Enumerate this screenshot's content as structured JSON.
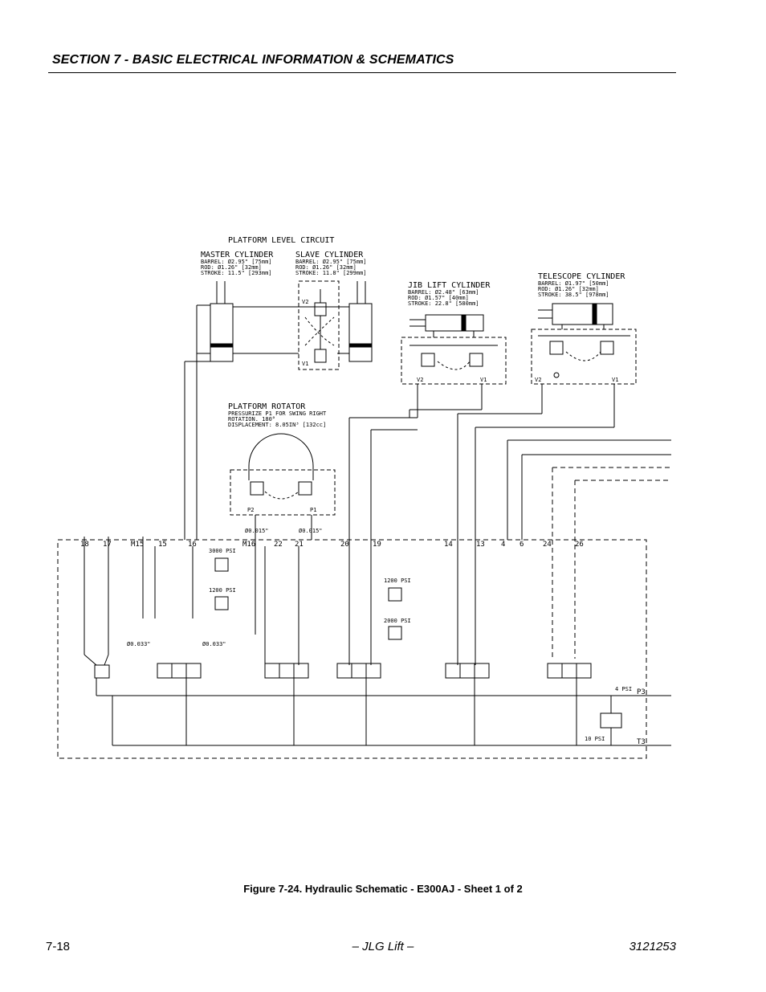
{
  "header": {
    "section_title": "SECTION 7 - BASIC ELECTRICAL INFORMATION & SCHEMATICS"
  },
  "schematic": {
    "platform_level_circuit": "PLATFORM LEVEL CIRCUIT",
    "master_cylinder": {
      "title": "MASTER CYLINDER",
      "barrel": "BARREL:   Ø2.95\" [75mm]",
      "rod": "ROD:      Ø1.26\" [32mm]",
      "stroke": "STROKE:   11.5\" [293mm]"
    },
    "slave_cylinder": {
      "title": "SLAVE CYLINDER",
      "barrel": "BARREL:   Ø2.95\" [75mm]",
      "rod": "ROD:      Ø1.26\" [32mm]",
      "stroke": "STROKE:   11.8\" [299mm]"
    },
    "jib_lift_cylinder": {
      "title": "JIB LIFT CYLINDER",
      "barrel": "BARREL:   Ø2.48\" [63mm]",
      "rod": "ROD:      Ø1.57\" [40mm]",
      "stroke": "STROKE:   22.8\" [580mm]"
    },
    "telescope_cylinder": {
      "title": "TELESCOPE CYLINDER",
      "barrel": "BARREL:   Ø1.97\" [50mm]",
      "rod": "ROD:      Ø1.26\" [32mm]",
      "stroke": "STROKE:   38.5\" [978mm]"
    },
    "platform_rotator": {
      "title": "PLATFORM ROTATOR",
      "line1": "PRESSURIZE P1 FOR SWING RIGHT",
      "line2": "ROTATION. 180°",
      "line3": "DISPLACEMENT: 8.05IN³ [132cc]"
    },
    "ports": {
      "v2_slave": "V2",
      "v1_slave": "V1",
      "v2_jib": "V2",
      "v1_jib": "V1",
      "v2_tele": "V2",
      "v1_tele": "V1",
      "p2_rot": "P2",
      "p1_rot": "P1",
      "p3": "P3",
      "t3": "T3"
    },
    "orifices": {
      "o1": "Ø0.015\"",
      "o2": "Ø0.015\"",
      "o3": "Ø0.033\"",
      "o4": "Ø0.033\""
    },
    "port_numbers": [
      "18",
      "17",
      "M15",
      "15",
      "16",
      "M16",
      "22",
      "21",
      "20",
      "19",
      "14",
      "13",
      "4",
      "6",
      "24",
      "26"
    ],
    "relief": {
      "r1": "3000 PSI",
      "r2": "1200 PSI",
      "r3": "1200 PSI",
      "r4": "2000 PSI",
      "c1": "4 PSI",
      "c2": "10 PSI"
    }
  },
  "caption": "Figure 7-24.  Hydraulic Schematic - E300AJ - Sheet 1 of 2",
  "footer": {
    "page_number": "7-18",
    "center": "– JLG Lift –",
    "doc_number": "3121253"
  }
}
